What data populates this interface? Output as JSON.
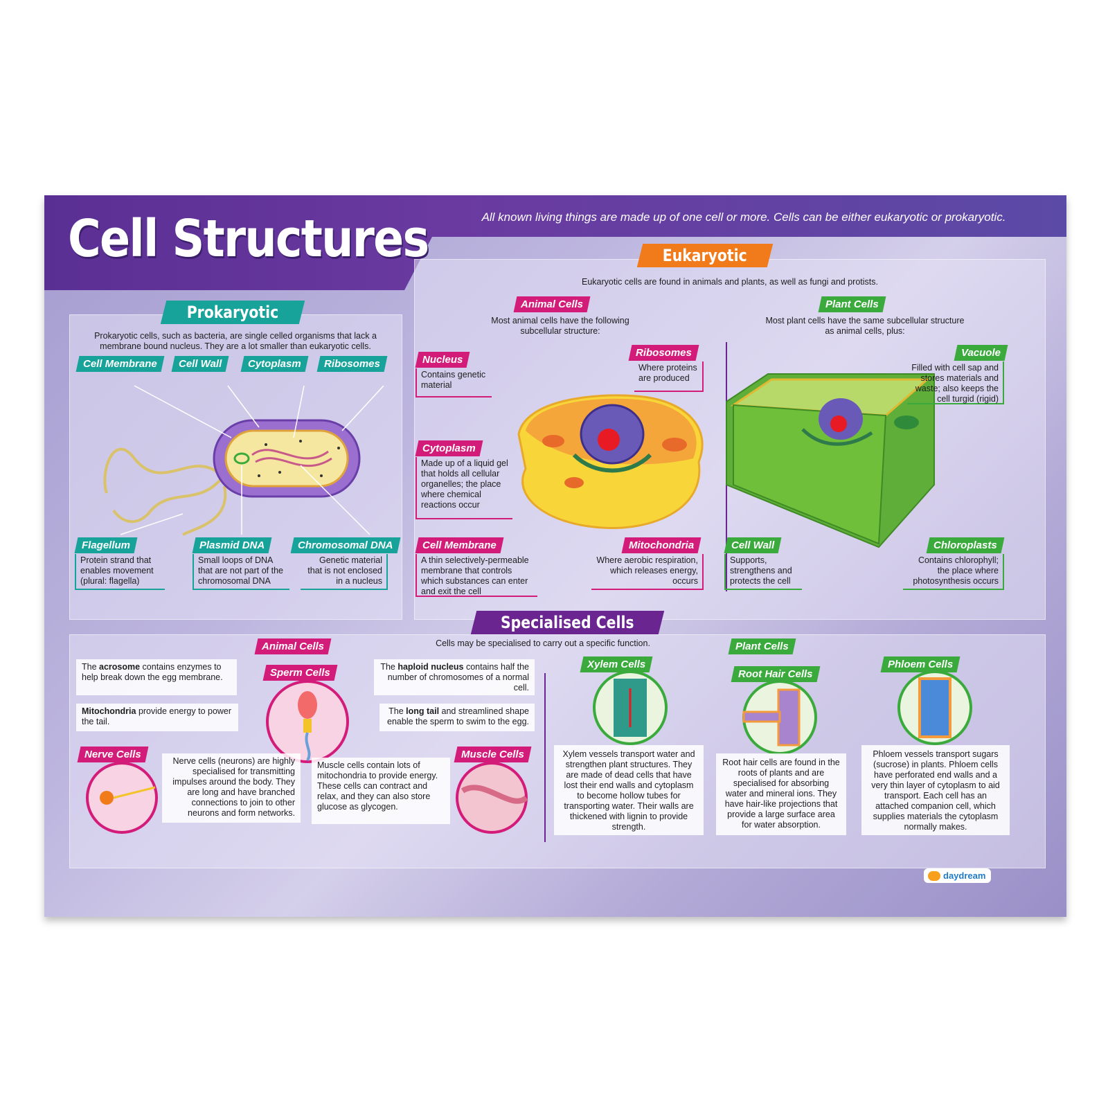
{
  "header": {
    "title": "Cell Structures",
    "intro": "All known living things are made up of one cell or more. Cells can be either eukaryotic or prokaryotic."
  },
  "prokaryotic": {
    "heading": "Prokaryotic",
    "description": "Prokaryotic cells, such as bacteria, are single celled organisms that lack a membrane bound nucleus. They are a lot smaller than eukaryotic cells.",
    "top_labels": [
      "Cell Membrane",
      "Cell Wall",
      "Cytoplasm",
      "Ribosomes"
    ],
    "flagellum": {
      "label": "Flagellum",
      "text": "Protein strand that enables movement (plural: flagella)"
    },
    "plasmid": {
      "label": "Plasmid DNA",
      "text": "Small loops of DNA that are not part of the chromosomal DNA"
    },
    "chromosomal": {
      "label": "Chromosomal DNA",
      "text": "Genetic material that is not enclosed in a nucleus"
    }
  },
  "eukaryotic": {
    "heading": "Eukaryotic",
    "description": "Eukaryotic cells are found in animals and plants, as well as fungi and protists.",
    "animal": {
      "heading": "Animal Cells",
      "intro": "Most animal cells have the following subcellular structure:",
      "nucleus": {
        "label": "Nucleus",
        "text": "Contains genetic material"
      },
      "ribosomes": {
        "label": "Ribosomes",
        "text": "Where proteins are produced"
      },
      "cytoplasm": {
        "label": "Cytoplasm",
        "text": "Made up of a liquid gel that holds all cellular organelles; the place where chemical reactions occur"
      },
      "membrane": {
        "label": "Cell Membrane",
        "text": "A thin selectively-permeable membrane that controls which substances can enter and exit the cell"
      },
      "mitochondria": {
        "label": "Mitochondria",
        "text": "Where aerobic respiration, which releases energy, occurs"
      }
    },
    "plant": {
      "heading": "Plant Cells",
      "intro": "Most plant cells have the same subcellular structure as animal cells, plus:",
      "vacuole": {
        "label": "Vacuole",
        "text": "Filled with cell sap and stores materials and waste; also keeps the cell turgid (rigid)"
      },
      "wall": {
        "label": "Cell Wall",
        "text": "Supports, strengthens and protects the cell"
      },
      "chloroplasts": {
        "label": "Chloroplasts",
        "text": "Contains chlorophyll; the place where photosynthesis occurs"
      }
    }
  },
  "specialised": {
    "heading": "Specialised Cells",
    "description": "Cells may be specialised to carry out a specific function.",
    "animal_heading": "Animal Cells",
    "sperm": {
      "label": "Sperm Cells",
      "acrosome_bold": "acrosome",
      "acrosome_pre": "The ",
      "acrosome_post": " contains enzymes to help break down the egg membrane.",
      "mito_bold": "Mitochondria",
      "mito_post": " provide energy to power the tail.",
      "haploid_pre": "The ",
      "haploid_bold": "haploid nucleus",
      "haploid_post": " contains half the number of chromosomes of a normal cell.",
      "tail_pre": "The ",
      "tail_bold": "long tail",
      "tail_post": " and streamlined shape enable the sperm to swim to the egg."
    },
    "nerve": {
      "label": "Nerve Cells",
      "text": "Nerve cells (neurons) are highly specialised for transmitting impulses around the body. They are long and have branched connections to join to other neurons and form networks."
    },
    "muscle": {
      "label": "Muscle Cells",
      "text": "Muscle cells contain lots of mitochondria to provide energy. These cells can contract and relax, and they can also store glucose as glycogen."
    },
    "plant_heading": "Plant Cells",
    "xylem": {
      "label": "Xylem Cells",
      "text": "Xylem vessels transport water and strengthen plant structures. They are made of dead cells that have lost their end walls and cytoplasm to become hollow tubes for transporting water. Their walls are thickened with lignin to provide strength."
    },
    "root": {
      "label": "Root Hair Cells",
      "text": "Root hair cells are found in the roots of plants and are specialised for absorbing water and mineral ions. They have hair-like projections that provide a large surface area for water absorption."
    },
    "phloem": {
      "label": "Phloem Cells",
      "text": "Phloem vessels transport sugars (sucrose) in plants. Phloem cells have perforated end walls and a very thin layer of cytoplasm to aid transport. Each cell has an attached companion cell, which supplies materials the cytoplasm normally makes."
    }
  },
  "branding": {
    "logo": "daydream"
  },
  "colors": {
    "teal": "#17a39a",
    "pink": "#d31c7a",
    "green": "#3aaa3c",
    "orange": "#f17a1b",
    "purple": "#6b2590"
  }
}
